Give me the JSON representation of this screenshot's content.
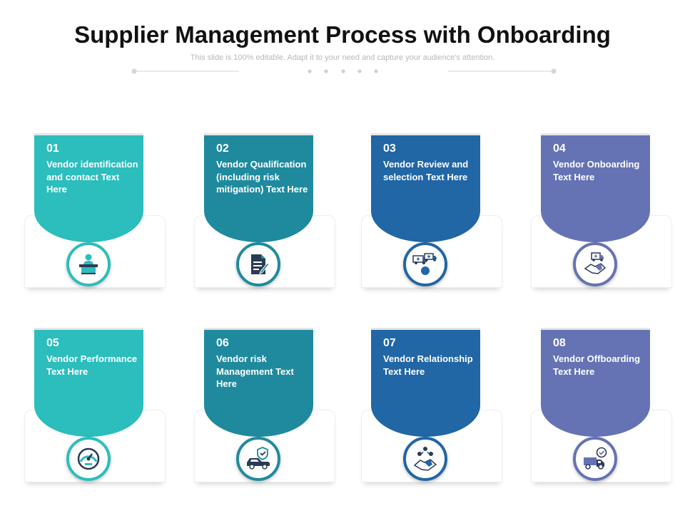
{
  "title": "Supplier Management Process with Onboarding",
  "subtitle": "This slide is 100% editable. Adapt it to your need and capture your audience's attention.",
  "colors": {
    "teal": "#2cbdbd",
    "petrol": "#1f8a9e",
    "blue": "#2166a5",
    "violet": "#6573b4"
  },
  "steps": [
    {
      "num": "01",
      "label": "Vendor identification and contact Text Here",
      "icon": "reception-desk-icon"
    },
    {
      "num": "02",
      "label": "Vendor Qualification (including risk mitigation) Text Here",
      "icon": "document-edit-icon"
    },
    {
      "num": "03",
      "label": "Vendor Review and selection Text Here",
      "icon": "delivery-trucks-icon"
    },
    {
      "num": "04",
      "label": "Vendor Onboarding Text Here",
      "icon": "handshake-truck-icon"
    },
    {
      "num": "05",
      "label": "Vendor Performance Text Here",
      "icon": "gauge-icon"
    },
    {
      "num": "06",
      "label": "Vendor risk Management Text Here",
      "icon": "car-shield-icon"
    },
    {
      "num": "07",
      "label": "Vendor Relationship Text Here",
      "icon": "people-handshake-icon"
    },
    {
      "num": "08",
      "label": "Vendor Offboarding Text Here",
      "icon": "truck-check-icon"
    }
  ]
}
